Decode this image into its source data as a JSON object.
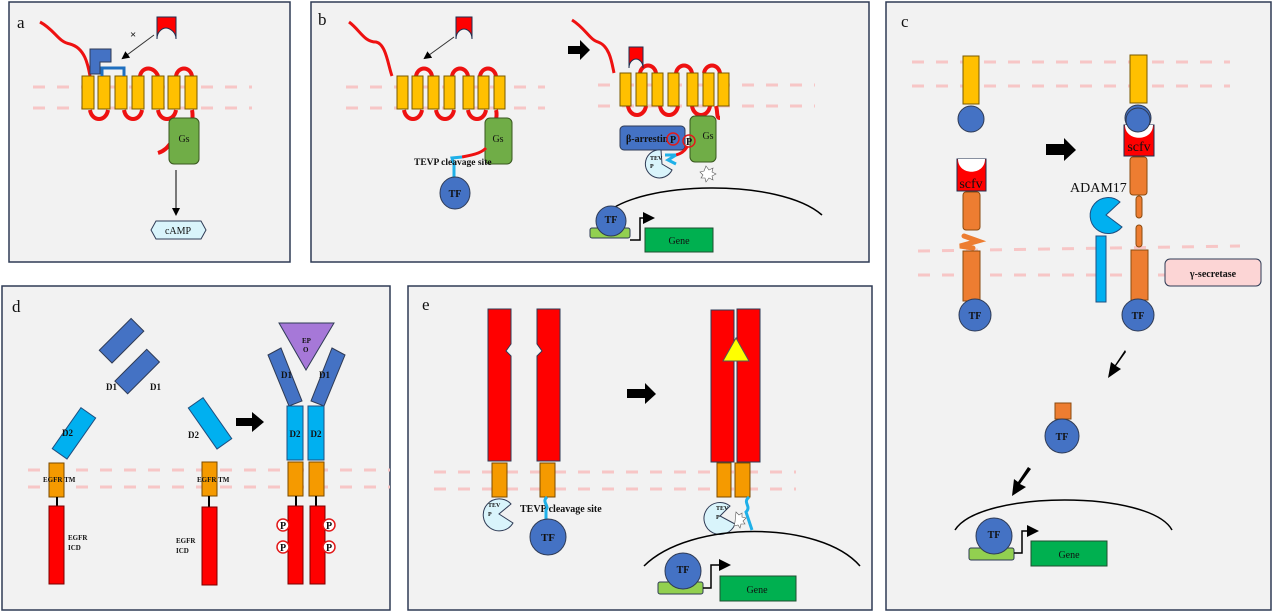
{
  "figure": {
    "panels": {
      "a": {
        "label": "a",
        "inhibit_mark": "×",
        "gs": "Gs",
        "camp": "cAMP"
      },
      "b": {
        "label": "b",
        "gs_left": "Gs",
        "gs_right": "Gs",
        "tevp_cleavage": "TEVP  cleavage site",
        "tf_left": "TF",
        "beta_arrestin": "β-arrestin",
        "phospho1": "P",
        "phospho2": "P",
        "tevp_line1": "TEV",
        "tevp_line2": "P",
        "tf_nucleus": "TF",
        "gene": "Gene"
      },
      "c": {
        "label": "c",
        "scfv_left": "scfv",
        "scfv_right": "scfv",
        "adam17": "ADAM17",
        "gamma_secretase": "γ-secretase",
        "tf_left": "TF",
        "tf_right": "TF",
        "tf_released": "TF",
        "tf_nucleus": "TF",
        "gene": "Gene"
      },
      "d": {
        "label": "d",
        "d1": "D1",
        "d2": "D2",
        "egfr_tm": "EGFR TM",
        "egfr_icd_line1": "EGFR",
        "egfr_icd_line2": "ICD",
        "epo_line1": "EP",
        "epo_line2": "O",
        "phospho": "P"
      },
      "e": {
        "label": "e",
        "tevp_line1": "TEV",
        "tevp_line2": "P",
        "tevp_cleavage": "TEVP cleavage site",
        "tf_left": "TF",
        "tf_nucleus": "TF",
        "gene": "Gene"
      }
    },
    "colors": {
      "panel_bg": "#f2f2f2",
      "panel_border": "#2f3b55",
      "membrane_dash": "#f7c6c6",
      "tm_helix": "#ffc000",
      "loop_red": "#ee1111",
      "gs_green": "#70ad47",
      "tf_blue": "#4472c4",
      "light_blue": "#d9f4fb",
      "gene_green": "#00b050",
      "promoter_green": "#92d050",
      "orange": "#ed7d31",
      "dark_orange": "#f59a00",
      "cyan": "#00b0f0",
      "purple": "#a678d8",
      "yellow": "#ffff00",
      "red": "#ff0000"
    }
  }
}
